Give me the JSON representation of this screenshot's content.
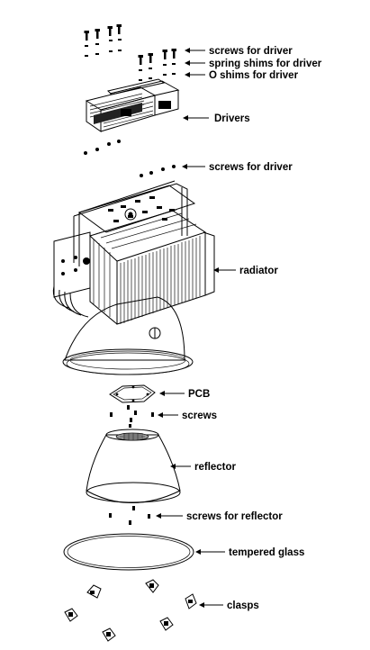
{
  "labels": {
    "screws_driver_top": "screws for driver",
    "spring_shims": "spring shims for driver",
    "o_shims": "O shims for driver",
    "drivers": "Drivers",
    "screws_driver_mid": "screws for driver",
    "radiator": "radiator",
    "pcb": "PCB",
    "screws": "screws",
    "reflector": "reflector",
    "screws_reflector": "screws for reflector",
    "tempered_glass": "tempered glass",
    "clasps": "clasps"
  },
  "colors": {
    "ink": "#000000",
    "background": "#ffffff",
    "reflector_fill": "#f7f7f7"
  }
}
